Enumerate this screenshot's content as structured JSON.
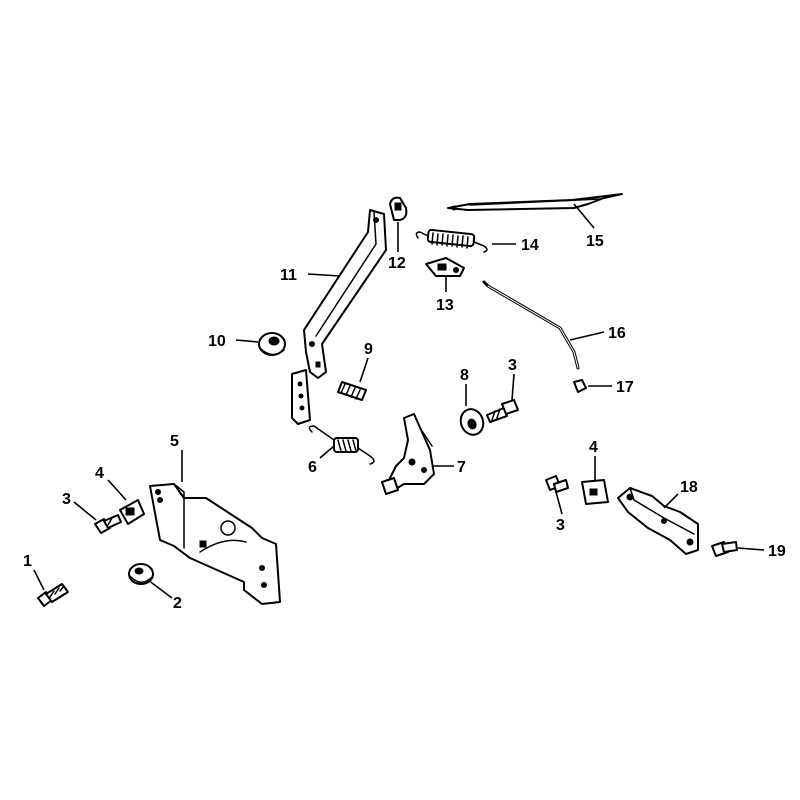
{
  "callouts": {
    "c1": "1",
    "c2": "2",
    "c3a": "3",
    "c3b": "3",
    "c3c": "3",
    "c4a": "4",
    "c4b": "4",
    "c5": "5",
    "c6": "6",
    "c7": "7",
    "c8": "8",
    "c9": "9",
    "c10": "10",
    "c11": "11",
    "c12": "12",
    "c13": "13",
    "c14": "14",
    "c15": "15",
    "c16": "16",
    "c17": "17",
    "c18": "18",
    "c19": "19"
  }
}
